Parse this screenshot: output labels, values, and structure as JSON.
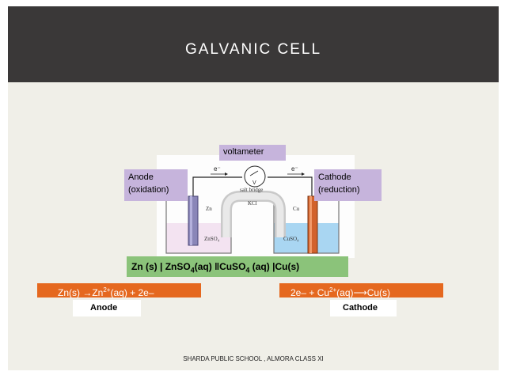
{
  "slide": {
    "title": "GALVANIC CELL",
    "footer": "SHARDA PUBLIC SCHOOL , ALMORA CLASS XI"
  },
  "callouts": {
    "voltameter": "voltameter",
    "anode_line1": "Anode",
    "anode_line2": "(oxidation)",
    "cathode_line1": "Cathode",
    "cathode_line2": "(reduction)"
  },
  "diagram": {
    "electron_left": "e⁻",
    "electron_right": "e⁻",
    "meter_symbol": "V",
    "salt_bridge": "salt bridge",
    "kcl": "KCl",
    "zn_label": "Zn",
    "cu_label": "Cu",
    "znso4_label": "ZnSO₄",
    "cuso4_label": "CuSO₄"
  },
  "notation": {
    "part1": "Zn (s)",
    "sep1": "|",
    "part2a": "ZnSO",
    "part2sub": "4",
    "part2b": "(aq)",
    "sep2": "‖",
    "part3a": "CuSO",
    "part3sub": "4",
    "part3b": " (aq)",
    "sep3": "|",
    "part4": "Cu(s)"
  },
  "reactions": {
    "anode_lhs": "Zn(s)",
    "anode_arrow": "→",
    "anode_ion": "Zn",
    "anode_charge": "2+",
    "anode_rhs": "(aq) + 2e–",
    "cathode_lhs": "2e– + Cu",
    "cathode_charge": "2+",
    "cathode_aq": "(aq)",
    "cathode_arrow": "⟶",
    "cathode_rhs": "Cu(s)"
  },
  "labels": {
    "anode": "Anode",
    "cathode": "Cathode"
  },
  "colors": {
    "title_bar": "#3a3838",
    "slide_bg": "#f0efe8",
    "callout": "#c6b4dc",
    "notation": "#8bc37a",
    "reaction": "#e5681f",
    "zn_solution": "#f3e3f1",
    "cu_solution": "#a9d6f2"
  }
}
